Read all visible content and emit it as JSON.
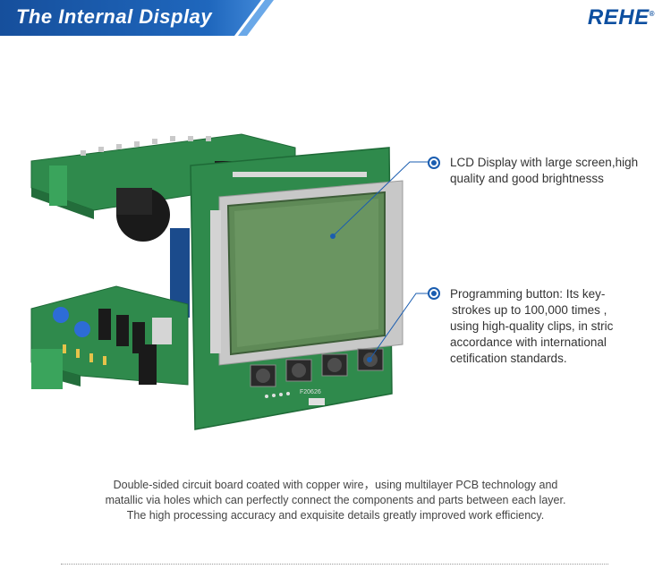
{
  "header": {
    "title": "The Internal Display",
    "brand": "REHE",
    "colors": {
      "banner": "#1a5db0",
      "banner_light": "#3f86d6",
      "brand": "#0d4fa0"
    }
  },
  "callouts": {
    "lcd": {
      "line1": "LCD Display with large screen,high",
      "line2": "quality and good brightnesss",
      "icon": "bullet-dot-icon"
    },
    "button": {
      "line1": "Programming button:  Its key-",
      "line2": "strokes up to 100,000 times ,",
      "line3": "using high-quality clips, in stric",
      "line4": "accordance with international",
      "line5": "cetification standards.",
      "icon": "bullet-dot-icon"
    }
  },
  "description": {
    "line1": "Double-sided circuit board coated with copper wire，using multilayer PCB technology and",
    "line2": "matallic via holes which can perfectly connect the components and parts between each layer.",
    "line3": "The high processing accuracy and exquisite details greatly improved work efficiency."
  },
  "board": {
    "pcb_label": "F20626",
    "colors": {
      "pcb": "#2f8a4c",
      "lcd": "#5f8a57"
    }
  }
}
